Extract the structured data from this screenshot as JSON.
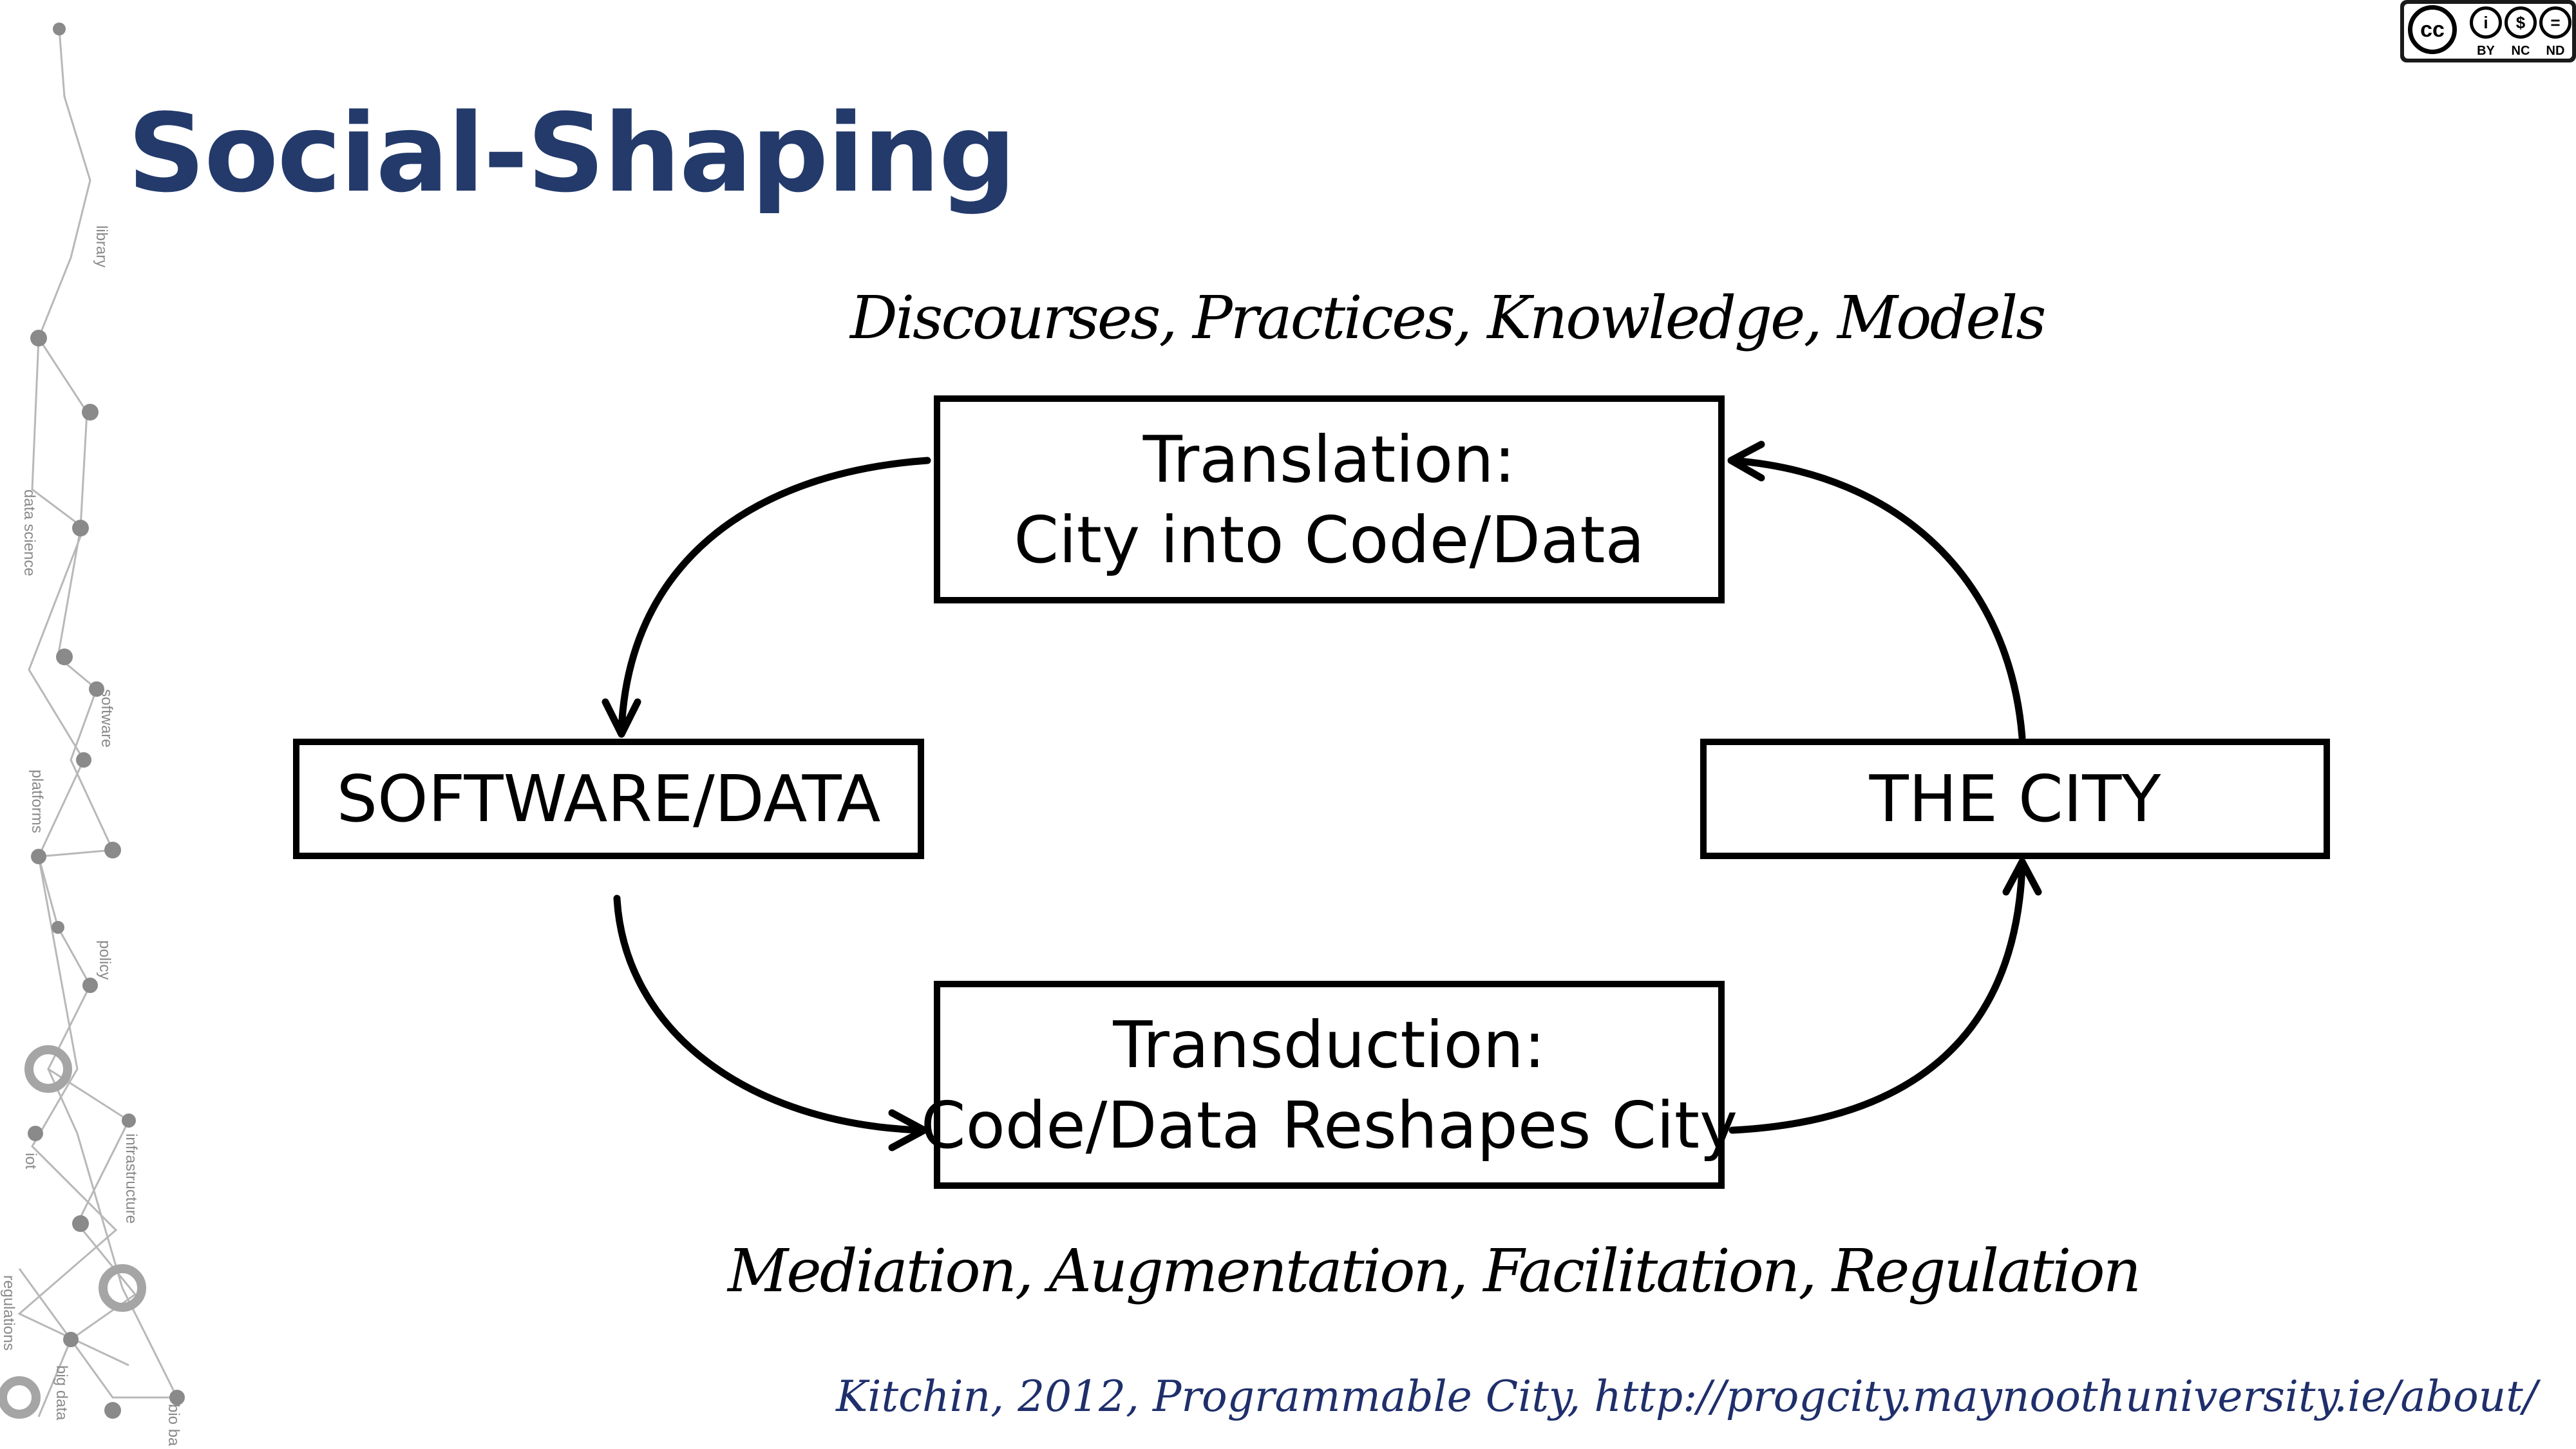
{
  "slide": {
    "title": "Social-Shaping",
    "license": {
      "cc": "cc",
      "labels": [
        "BY",
        "NC",
        "ND"
      ],
      "symbols": [
        "i",
        "$",
        "="
      ]
    },
    "sidebar_words": [
      "library",
      "data science",
      "software",
      "platforms",
      "policy",
      "iot",
      "infrastructure",
      "regulations",
      "big data",
      "bio ba"
    ]
  },
  "diagram": {
    "top_caption": "Discourses, Practices, Knowledge, Models",
    "bottom_caption": "Mediation, Augmentation, Facilitation, Regulation",
    "translation": {
      "line1": "Translation:",
      "line2": "City into Code/Data"
    },
    "transduction": {
      "line1": "Transduction:",
      "line2": "Code/Data Reshapes City"
    },
    "software": "SOFTWARE/DATA",
    "city": "THE CITY"
  },
  "citation": "Kitchin, 2012, Programmable City, http://progcity.maynoothuniversity.ie/about/",
  "colors": {
    "title": "#233a6b",
    "citation": "#1f2f6b",
    "sidebar": "#9a9a9a"
  }
}
